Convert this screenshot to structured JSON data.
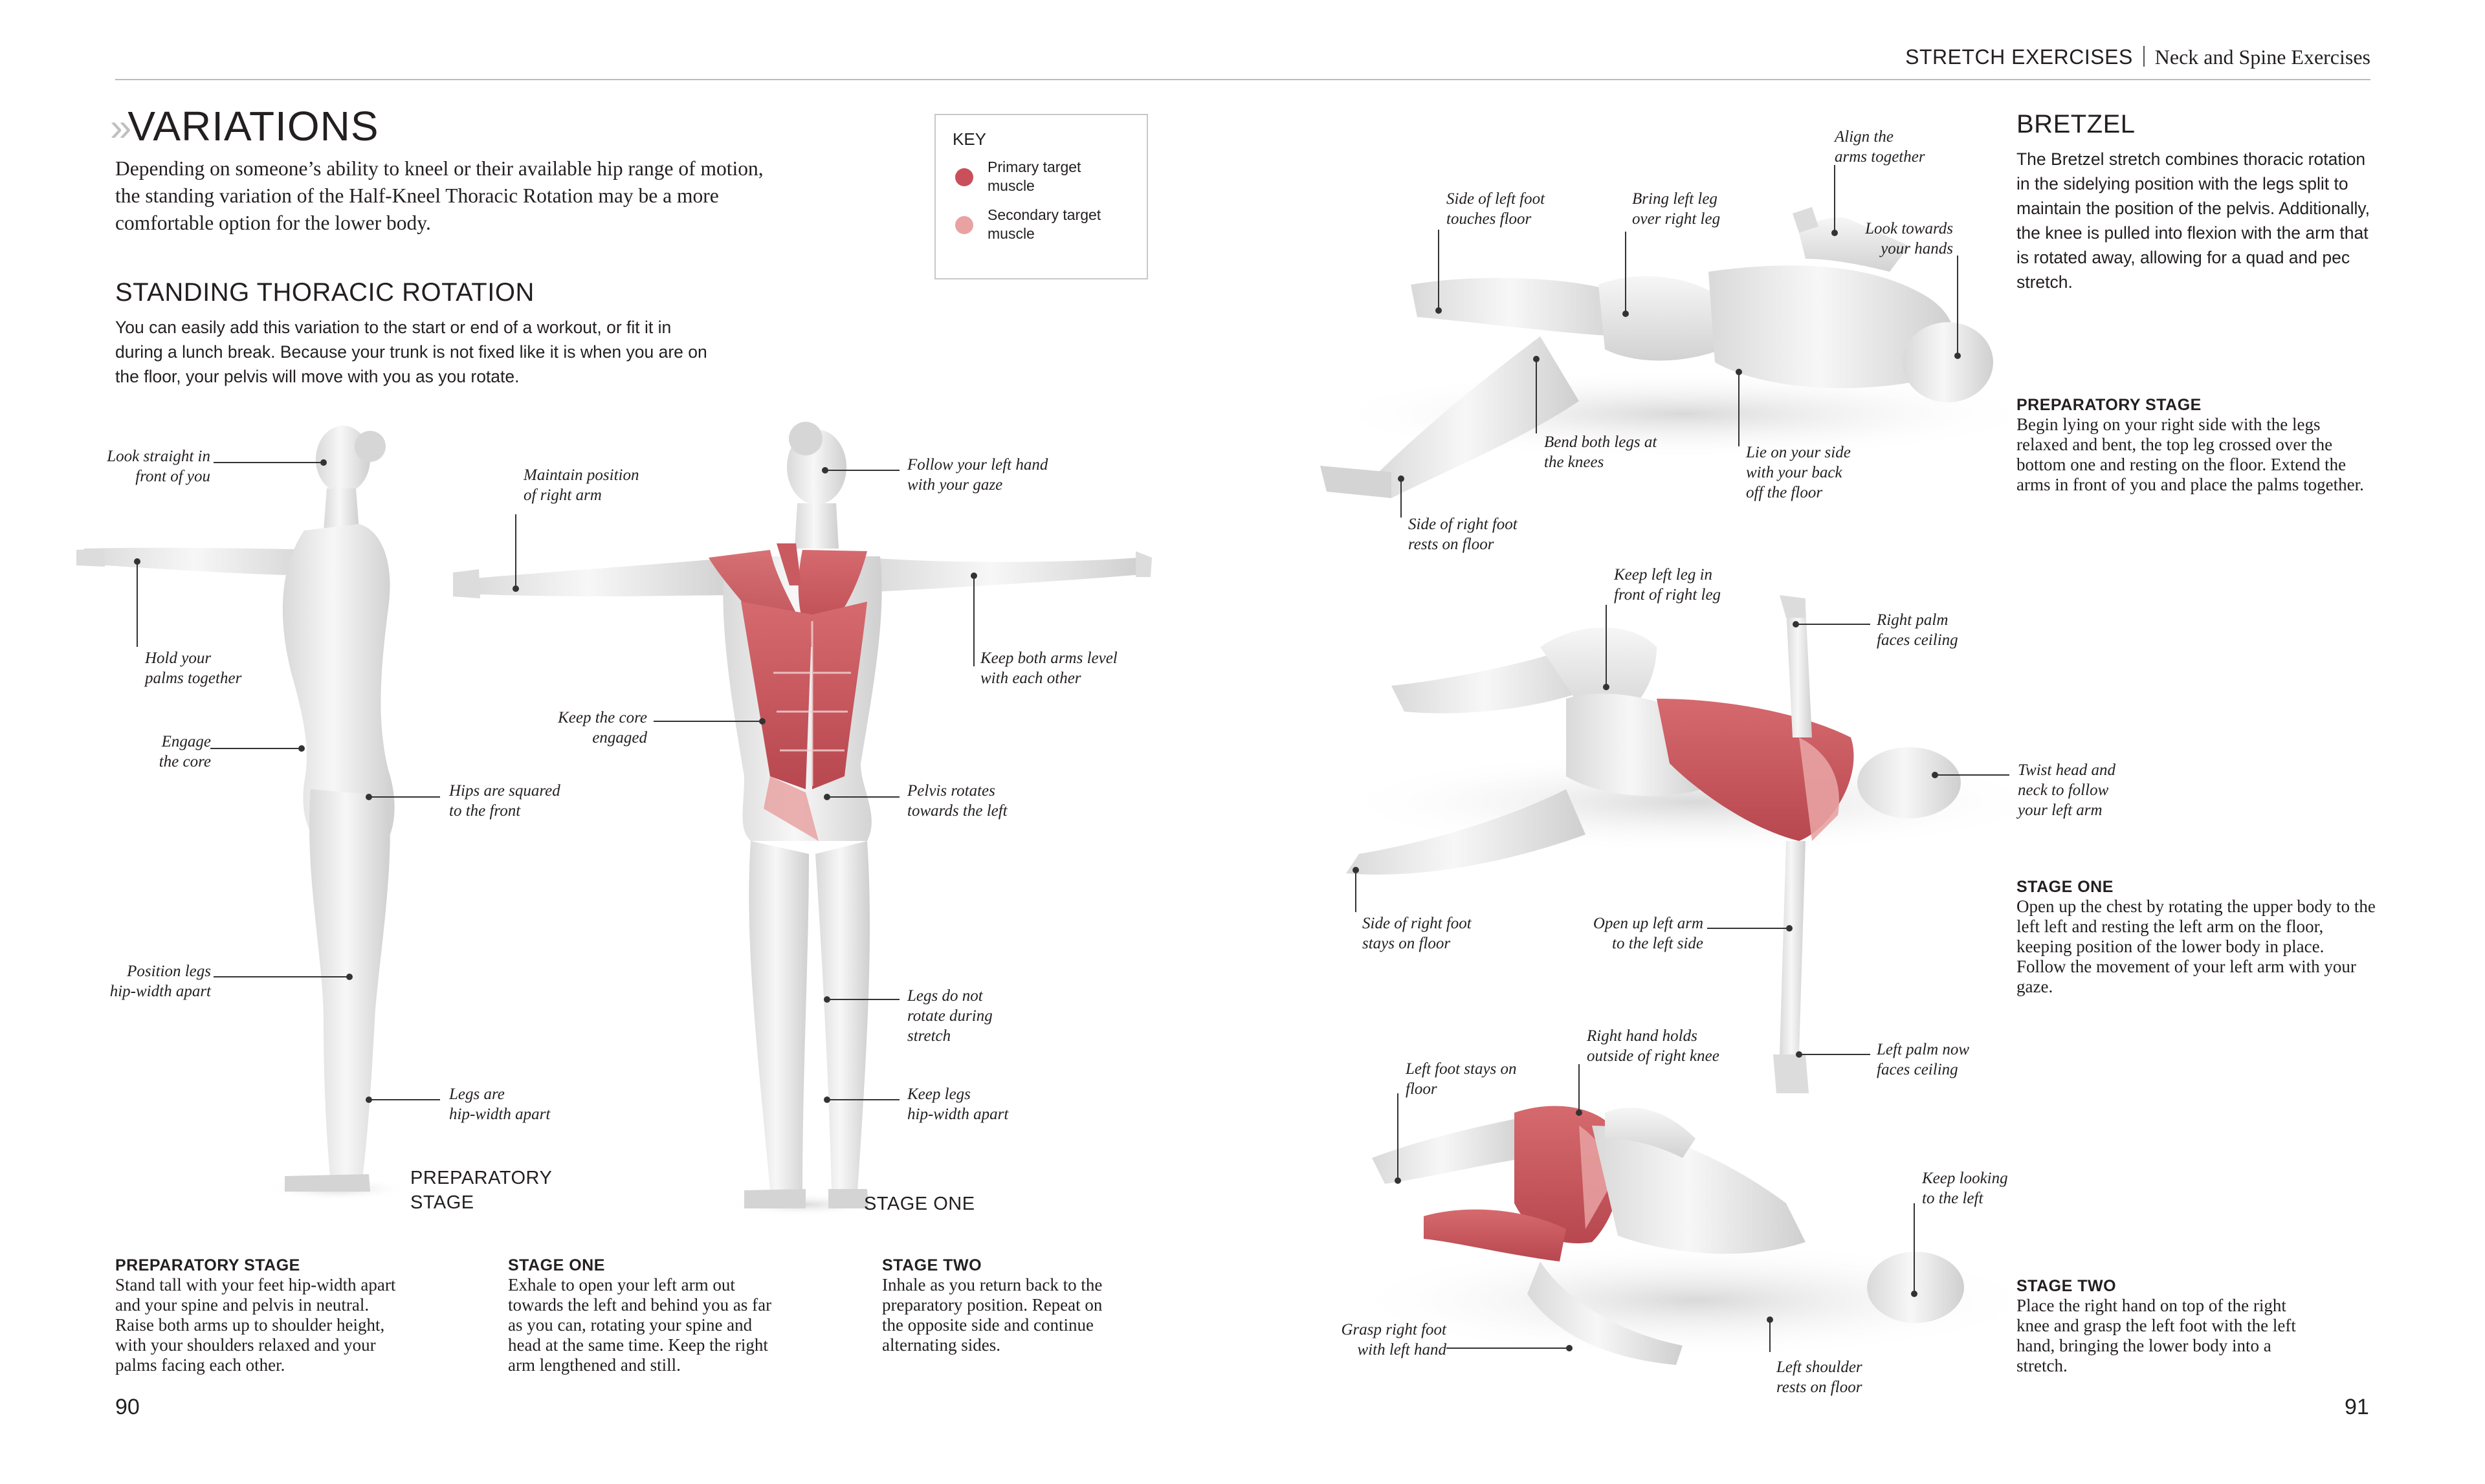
{
  "header": {
    "section": "STRETCH EXERCISES",
    "subsection": "Neck and Spine Exercises"
  },
  "left_page": {
    "title": "VARIATIONS",
    "title_icon": "double-chevron-right-icon",
    "intro": "Depending on someone’s ability to kneel or their available hip range of motion, the standing variation of the Half-Kneel Thoracic Rotation may be a more comfortable option for the lower body.",
    "subtitle": "STANDING THORACIC ROTATION",
    "lead": "You can easily add this variation to the start or end of a workout, or fit it in during a lunch break. Because your trunk is not fixed like it is when you are on the floor, your pelvis will move with you as you rotate.",
    "key": {
      "title": "KEY",
      "items": [
        {
          "label_line1": "Primary target",
          "label_line2": "muscle",
          "color": "#c9505a"
        },
        {
          "label_line1": "Secondary target",
          "label_line2": "muscle",
          "color": "#e8a2a2"
        }
      ]
    },
    "prep_figure": {
      "stage_label_line1": "PREPARATORY",
      "stage_label_line2": "STAGE",
      "labels": [
        {
          "l1": "Look straight in",
          "l2": "front of you"
        },
        {
          "l1": "Hold your",
          "l2": "palms together"
        },
        {
          "l1": "Engage",
          "l2": "the core"
        },
        {
          "l1": "Hips are squared",
          "l2": "to the front"
        },
        {
          "l1": "Position legs",
          "l2": "hip-width apart"
        },
        {
          "l1": "Legs are",
          "l2": "hip-width apart"
        }
      ]
    },
    "stage_one_figure": {
      "stage_label": "STAGE ONE",
      "labels": [
        {
          "l1": "Maintain position",
          "l2": "of right arm"
        },
        {
          "l1": "Follow your left hand",
          "l2": "with your gaze"
        },
        {
          "l1": "Keep both arms level",
          "l2": "with each other"
        },
        {
          "l1": "Keep the core",
          "l2": "engaged"
        },
        {
          "l1": "Pelvis rotates",
          "l2": "towards the left"
        },
        {
          "l1": "Legs do not",
          "l2": "rotate during",
          "l3": "stretch"
        },
        {
          "l1": "Keep legs",
          "l2": "hip-width apart"
        }
      ]
    },
    "steps": [
      {
        "heading": "PREPARATORY  STAGE",
        "lines": [
          "Stand tall with your feet hip-width apart",
          "and your spine and pelvis in neutral.",
          "Raise both arms up to shoulder height,",
          "with your shoulders relaxed and your",
          "palms facing each other."
        ]
      },
      {
        "heading": "STAGE ONE",
        "lines": [
          "Exhale to open your left arm out",
          "towards the left and behind you as far",
          "as you can, rotating your spine and",
          "head at the same time. Keep the right",
          "arm lengthened and still."
        ]
      },
      {
        "heading": "STAGE TWO",
        "lines": [
          "Inhale as you return back to the",
          "preparatory position. Repeat on",
          "the opposite side and continue",
          "alternating sides."
        ]
      }
    ],
    "page_number": "90"
  },
  "right_page": {
    "title": "BRETZEL",
    "intro": "The Bretzel stretch combines thoracic rotation in the sidelying position with the legs split to maintain the position of the pelvis. Additionally, the knee is pulled into flexion with the arm that is rotated away, allowing for a quad and pec stretch.",
    "sections": [
      {
        "heading": "PREPARATORY STAGE",
        "text": "Begin lying on your right side with the legs relaxed and bent, the top leg crossed over the bottom one and resting on the floor. Extend the arms in front of you and place the palms together."
      },
      {
        "heading": "STAGE ONE",
        "text": "Open up the chest by rotating the upper body to the left left and resting the left arm on the floor, keeping position of the lower body in place. Follow the movement of your left arm with your gaze."
      },
      {
        "heading": "STAGE TWO",
        "text": "Place the right hand on top of the right knee and grasp the left foot with the left hand, bringing the lower body into a stretch."
      }
    ],
    "fig1_labels": [
      {
        "l1": "Side of left foot",
        "l2": "touches floor"
      },
      {
        "l1": "Bring left leg",
        "l2": "over right leg"
      },
      {
        "l1": "Align the",
        "l2": "arms together"
      },
      {
        "l1": "Look towards",
        "l2": "your hands"
      },
      {
        "l1": "Bend both legs at",
        "l2": "the knees"
      },
      {
        "l1": "Lie on your side",
        "l2": "with your back",
        "l3": "off the floor"
      },
      {
        "l1": "Side of right foot",
        "l2": "rests on floor"
      }
    ],
    "fig2_labels": [
      {
        "l1": "Keep left leg in",
        "l2": "front of right leg"
      },
      {
        "l1": "Right palm",
        "l2": "faces ceiling"
      },
      {
        "l1": "Twist head and",
        "l2": "neck to follow",
        "l3": "your left arm"
      },
      {
        "l1": "Side of right foot",
        "l2": "stays on floor"
      },
      {
        "l1": "Open up left arm",
        "l2": "to the left side"
      },
      {
        "l1": "Left palm now",
        "l2": "faces ceiling"
      }
    ],
    "fig3_labels": [
      {
        "l1": "Right hand holds",
        "l2": "outside of right knee"
      },
      {
        "l1": "Left foot stays on",
        "l2": "floor"
      },
      {
        "l1": "Keep looking",
        "l2": "to the left"
      },
      {
        "l1": "Grasp right foot",
        "l2": "with left hand"
      },
      {
        "l1": "Left shoulder",
        "l2": "rests on floor"
      }
    ],
    "page_number": "91"
  }
}
